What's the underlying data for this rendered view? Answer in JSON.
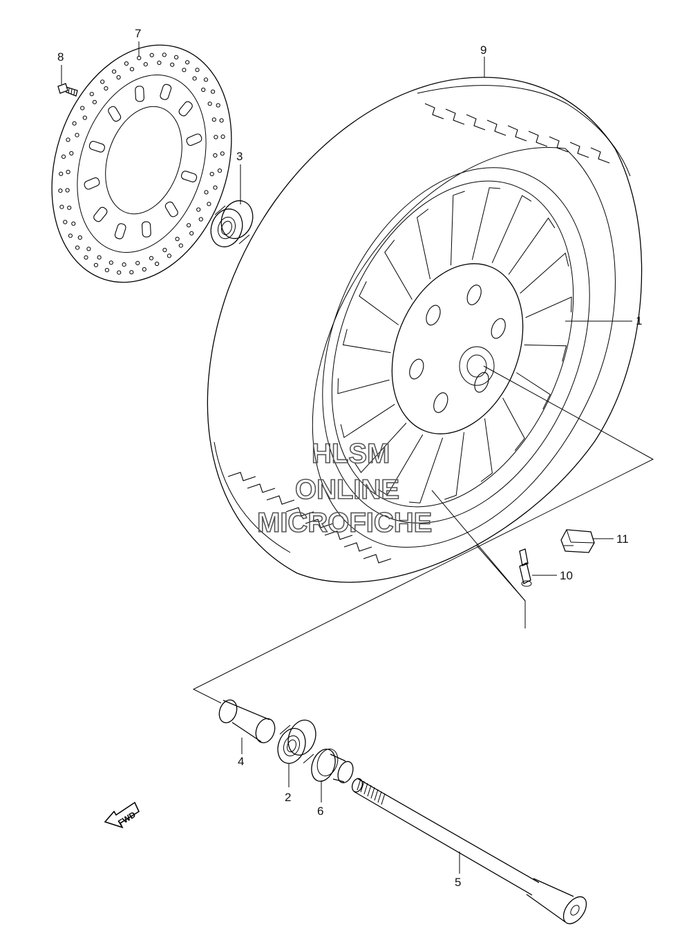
{
  "callouts": [
    {
      "id": "1",
      "label": "1"
    },
    {
      "id": "2",
      "label": "2"
    },
    {
      "id": "3",
      "label": "3"
    },
    {
      "id": "4",
      "label": "4"
    },
    {
      "id": "5",
      "label": "5"
    },
    {
      "id": "6",
      "label": "6"
    },
    {
      "id": "7",
      "label": "7"
    },
    {
      "id": "8",
      "label": "8"
    },
    {
      "id": "9",
      "label": "9"
    },
    {
      "id": "10",
      "label": "10"
    },
    {
      "id": "11",
      "label": "11"
    }
  ],
  "watermark": {
    "line1": "HLSM",
    "line2": "ONLINE",
    "line3": "MICROFICHE"
  },
  "fwd_label": "FWD",
  "colors": {
    "line": "#000000",
    "background": "#ffffff",
    "watermark": "#555555"
  }
}
